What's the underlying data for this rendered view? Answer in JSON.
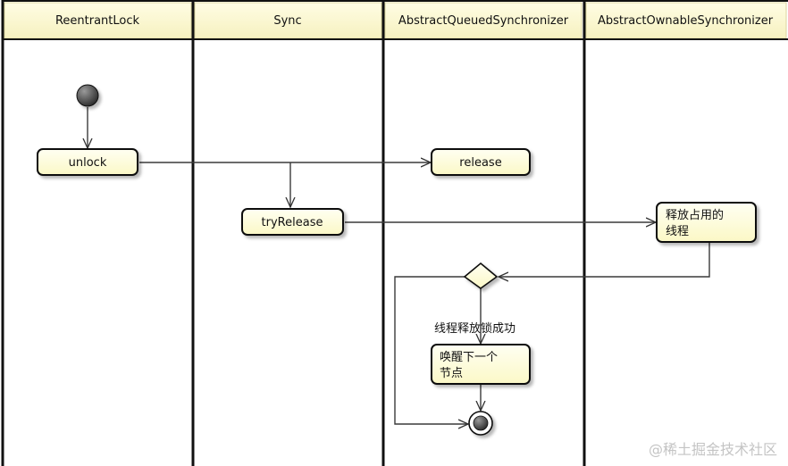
{
  "lanes": [
    {
      "id": "reentrantlock",
      "title": "ReentrantLock"
    },
    {
      "id": "sync",
      "title": "Sync"
    },
    {
      "id": "aqs",
      "title": "AbstractQueuedSynchronizer"
    },
    {
      "id": "aos",
      "title": "AbstractOwnableSynchronizer"
    }
  ],
  "nodes": {
    "unlock": "unlock",
    "release": "release",
    "try_release": "tryRelease",
    "release_owner_line1": "释放占用的",
    "release_owner_line2": "线程",
    "wake_next_line1": "唤醒下一个",
    "wake_next_line2": "节点"
  },
  "guards": {
    "released_success": "线程释放锁成功"
  },
  "watermark": "@稀土掘金技术社区",
  "colors": {
    "header_fill": "#fdfbd7",
    "node_fill": "#fefed0",
    "lane_border": "#111111",
    "arrow": "#444444"
  }
}
